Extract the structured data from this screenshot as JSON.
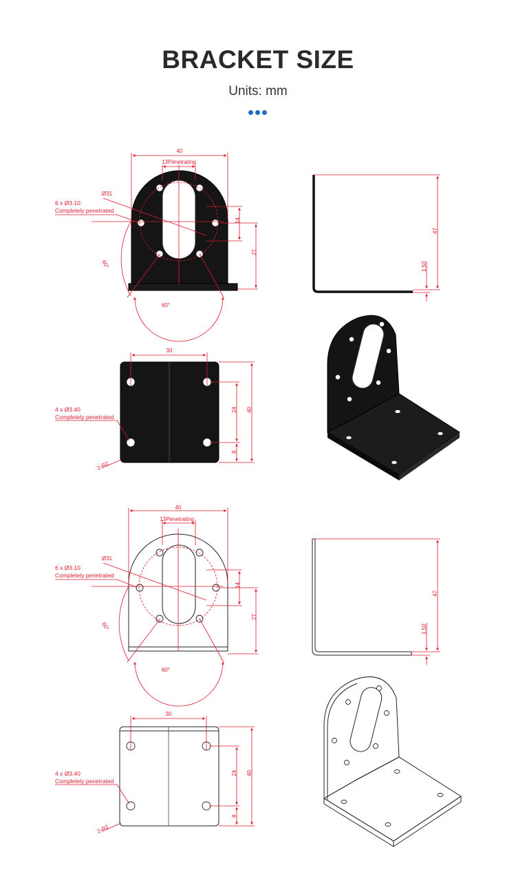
{
  "header": {
    "title": "BRACKET SIZE",
    "units": "Units: mm",
    "accent_color": "#1f6fc5"
  },
  "annotation_color": "#e0192b",
  "views": {
    "front": {
      "width": "40",
      "slot": "13Penetrating",
      "circle": "Ø31",
      "hole_note_line1": "6 x Ø3.10",
      "hole_note_line2": "Completely penetrated",
      "dim_14": "14",
      "dim_27": "27",
      "angle_side": "60°",
      "angle_bottom": "60°"
    },
    "side": {
      "height": "47",
      "thickness": "1.50"
    },
    "base": {
      "width": "30",
      "hole_note_line1": "4 x Ø3.40",
      "hole_note_line2": "Completely penetrated",
      "dim_24": "24",
      "dim_40": "40",
      "dim_8": "8",
      "radius": "2-R2"
    },
    "views_3d": {
      "solid": "black bracket 3d view",
      "outline": "outline bracket 3d view"
    }
  }
}
